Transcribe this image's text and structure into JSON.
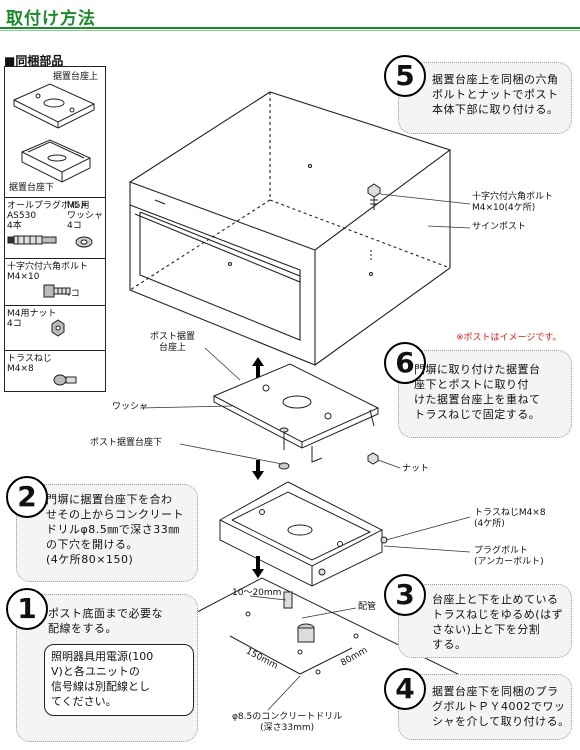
{
  "header": {
    "title": "取付け方法"
  },
  "parts": {
    "title": "■同梱部品",
    "mount_upper": "据置台座上",
    "mount_lower": "据置台座下",
    "anchor_bolt": "オールプラグボルト\nAS530\n4本",
    "washer": "M5用\nワッシャ\n4コ",
    "hex_bolt": "十字穴付六角ボルト\nM4×10",
    "hex_bolt_qty": "4コ",
    "nut": "M4用ナット\n4コ",
    "truss_screw": "トラスねじ\nM4×8"
  },
  "steps": [
    {
      "number": "1",
      "text": "ポスト底面まで必要な\n配線をする。",
      "sub": "照明器具用電源(100\nV)と各ユニットの\n信号線は別配線とし\nてください。"
    },
    {
      "number": "2",
      "text": "門塀に据置台座下を合わ\nせその上からコンクリート\nドリルφ8.5㎜で深さ33㎜\nの下穴を開ける。\n(4ケ所80×150)"
    },
    {
      "number": "3",
      "text": "台座上と下を止めている\nトラスねじをゆるめ(はず\nさない)上と下を分割\nする。"
    },
    {
      "number": "4",
      "text": "据置台座下を同梱のプラ\nグボルトＰＹ4002でワッ\nシャを介して取り付ける。"
    },
    {
      "number": "5",
      "text": "据置台座上を同梱の六角\nボルトとナットでポスト\n本体下部に取り付ける。"
    },
    {
      "number": "6",
      "text": "門塀に取り付けた据置台\n座下とポストに取り付\nけた据置台座上を重ねて\nトラスねじで固定する。"
    }
  ],
  "labels": {
    "hex_bolt": "十字穴付六角ボルト\nM4×10(4ケ所)",
    "sign_post": "サインポスト",
    "image_note": "※ポストはイメージです。",
    "post_mount_upper": "ポスト据置\n台座上",
    "washer": "ワッシャ",
    "post_mount_lower": "ポスト据置台座下",
    "nut": "ナット",
    "truss_screw": "トラスねじM4×8\n(4ケ所)",
    "plug_bolt": "プラグボルト\n(アンカーボルト)",
    "pipe": "配管",
    "dim_depth": "10～20mm",
    "dim_150": "150mm",
    "dim_80": "80mm",
    "drill": "φ8.5のコンクリートドリル\n(深さ33mm)"
  }
}
